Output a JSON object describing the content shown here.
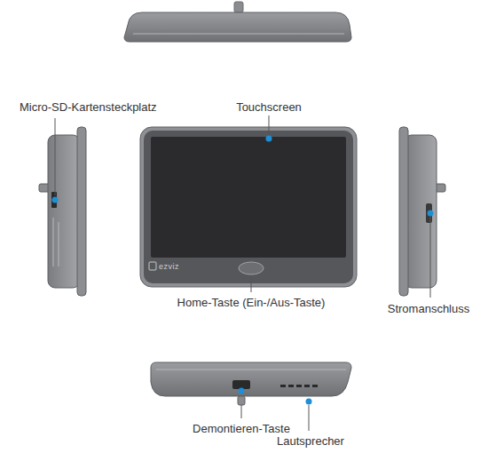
{
  "diagram": {
    "labels": [
      "Micro-SD-Kartensteckplatz",
      "Touchscreen",
      "Home-Taste (Ein-/Aus-Taste)",
      "Stromanschluss",
      "Demontieren-Taste",
      "Lautsprecher",
      "ezviz"
    ]
  }
}
